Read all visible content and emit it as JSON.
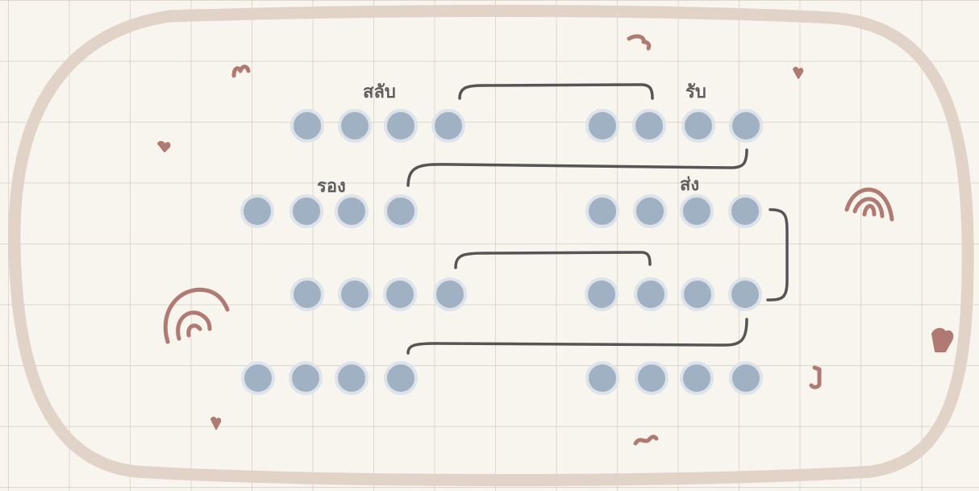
{
  "diagram": {
    "colors": {
      "background": "#f8f4ee",
      "grid": "#bdb4a8",
      "frame": "#e2d3c8",
      "dot_fill": "#a1b1c4",
      "dot_ring": "#dde3ea",
      "connector": "#555555",
      "doodle": "#b07a73",
      "label": "#5e5e5e"
    },
    "labels": {
      "top_left": "สลับ",
      "top_right": "รับ",
      "mid_left": "รอง",
      "mid_right": "ส่ง"
    },
    "rows": [
      {
        "left_dots": 4,
        "right_dots": 4
      },
      {
        "left_dots": 4,
        "right_dots": 4
      },
      {
        "left_dots": 4,
        "right_dots": 4
      },
      {
        "left_dots": 4,
        "right_dots": 4
      }
    ],
    "doodles": [
      "heart-doodle",
      "rainbow-doodle",
      "squiggle-doodle",
      "hook-doodle"
    ]
  }
}
